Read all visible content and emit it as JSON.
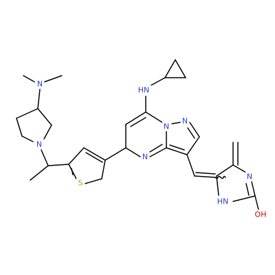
{
  "colors": {
    "background": "#ffffff",
    "bond": "#000000",
    "nitrogen": "#2a3fcc",
    "sulfur": "#b8a000",
    "oxygen": "#d00000"
  },
  "atoms": {
    "n_dimethylamino": "N",
    "n_pyrrolidine": "N",
    "s_thiophene": "S",
    "nh_cyclopropylamino": "HN",
    "n_pyrazole_bridge": "N",
    "n_pyrazole": "N",
    "n_pyrimidine": "N",
    "n_imidazole": "N",
    "nh_imidazole": "HN",
    "oh": "OH"
  }
}
